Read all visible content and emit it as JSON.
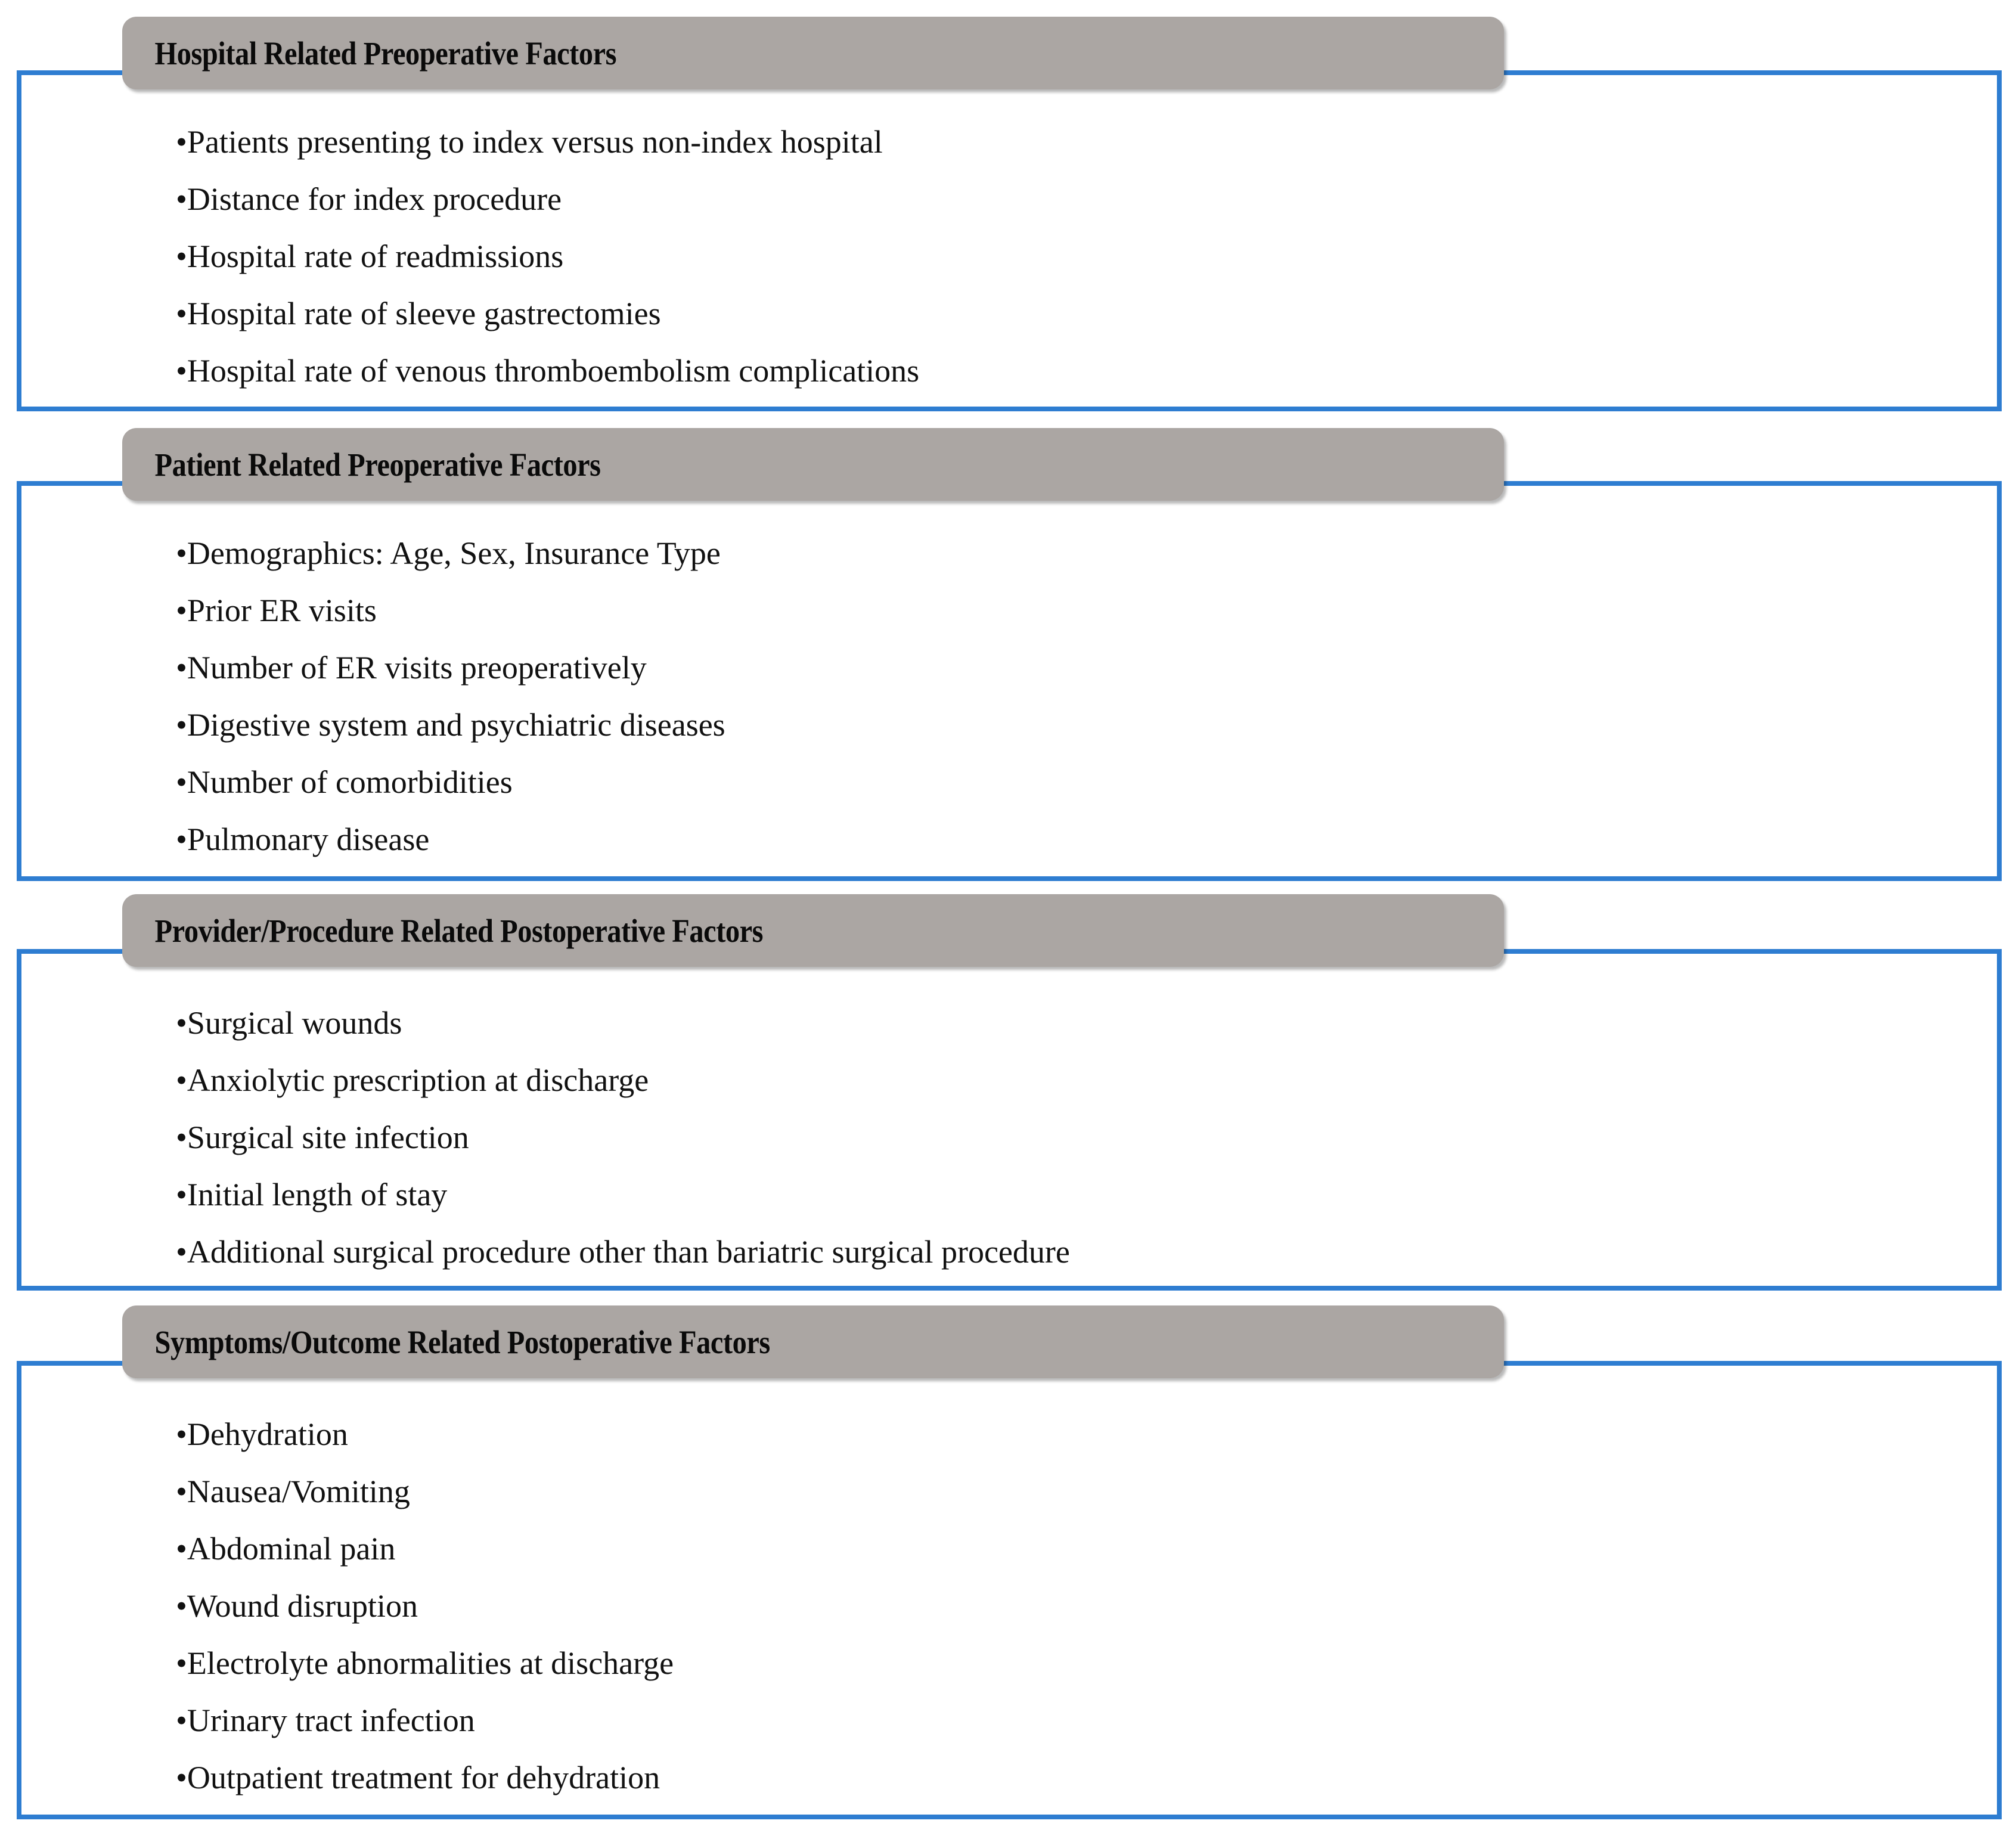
{
  "figure": {
    "type": "category-box-diagram",
    "accent_color": "#2E7DD1",
    "header_fill": "#ABA6A3",
    "text_color": "#111111",
    "background": "#FFFFFF",
    "bullet_glyph": "•"
  },
  "sections": [
    {
      "title": "Hospital Related Preoperative Factors",
      "items": [
        "Patients presenting to index versus non-index hospital",
        "Distance for index procedure",
        "Hospital rate of readmissions",
        "Hospital rate of sleeve gastrectomies",
        "Hospital rate of venous thromboembolism complications"
      ]
    },
    {
      "title": "Patient Related Preoperative Factors",
      "items": [
        "Demographics: Age, Sex, Insurance Type",
        "Prior ER visits",
        "Number of ER visits preoperatively",
        "Digestive system and psychiatric diseases",
        "Number of comorbidities",
        "Pulmonary disease"
      ]
    },
    {
      "title": "Provider/Procedure Related Postoperative Factors",
      "items": [
        "Surgical wounds",
        " Anxiolytic prescription at discharge",
        "Surgical site infection",
        "Initial length of stay",
        "Additional surgical procedure other than bariatric surgical procedure"
      ]
    },
    {
      "title": "Symptoms/Outcome Related Postoperative Factors",
      "items": [
        "Dehydration",
        "Nausea/Vomiting",
        "Abdominal pain",
        "Wound disruption",
        "Electrolyte abnormalities at discharge",
        "Urinary tract infection",
        "Outpatient treatment for dehydration"
      ]
    }
  ]
}
